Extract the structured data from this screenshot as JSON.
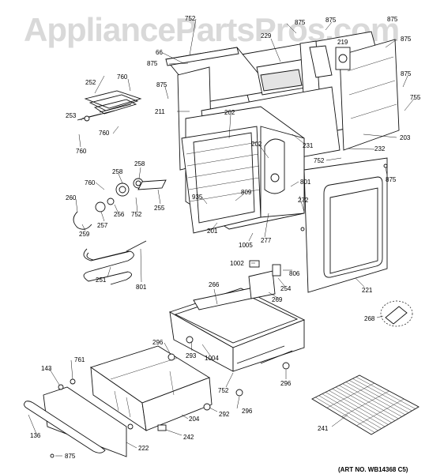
{
  "watermark": "AppliancePartsPros.com",
  "art_number": "(ART NO. WB14368 C5)",
  "part_labels": {
    "p752a": "752",
    "p875a": "875",
    "p875b": "875",
    "p875c": "875",
    "p875d": "875",
    "p875e": "875",
    "p875f": "875",
    "p875g": "875",
    "p66": "66",
    "p229": "229",
    "p219": "219",
    "p875h": "875",
    "p875i": "875",
    "p252": "252",
    "p760a": "760",
    "p760b": "760",
    "p760c": "760",
    "p760d": "760",
    "p253": "253",
    "p211": "211",
    "p202a": "202",
    "p202b": "202",
    "p231": "231",
    "p232": "232",
    "p203": "203",
    "p755": "755",
    "p752b": "752",
    "p258a": "258",
    "p258b": "258",
    "p260": "260",
    "p256": "256",
    "p257": "257",
    "p259": "259",
    "p752c": "752",
    "p255": "255",
    "p809": "809",
    "p935": "935",
    "p801a": "801",
    "p801b": "801",
    "p272": "272",
    "p277": "277",
    "p201": "201",
    "p1005": "1005",
    "p251": "251",
    "p1002": "1002",
    "p806": "806",
    "p254": "254",
    "p269": "269",
    "p266": "266",
    "p221": "221",
    "p268": "268",
    "p296a": "296",
    "p296b": "296",
    "p296c": "296",
    "p293": "293",
    "p1004": "1004",
    "p143": "143",
    "p761": "761",
    "p752d": "752",
    "p292": "292",
    "p204": "204",
    "p242": "242",
    "p136": "136",
    "p222": "222",
    "p241": "241"
  }
}
